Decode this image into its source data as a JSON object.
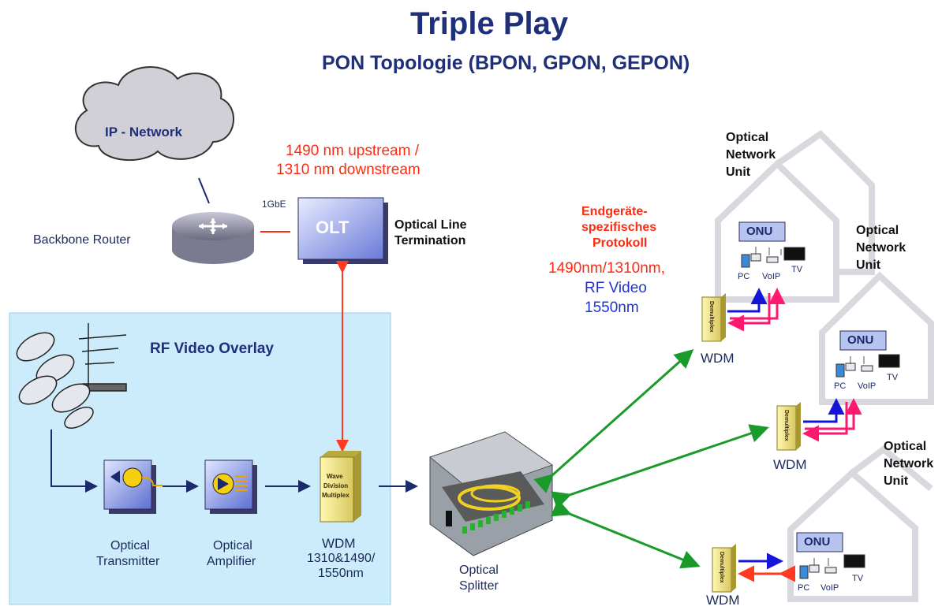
{
  "header": {
    "title": "Triple Play",
    "subtitle": "PON Topologie (BPON, GPON, GEPON)"
  },
  "network": {
    "cloud_label": "IP - Network",
    "router_label": "Backbone Router",
    "link_label": "1GbE",
    "olt_box": "OLT",
    "olt_desc_1": "Optical Line",
    "olt_desc_2": "Termination",
    "wavelength_1": "1490 nm upstream /",
    "wavelength_2": "1310 nm downstream"
  },
  "overlay": {
    "title": "RF Video Overlay",
    "transmitter_1": "Optical",
    "transmitter_2": "Transmitter",
    "amplifier_1": "Optical",
    "amplifier_2": "Amplifier",
    "wdm_box_1": "Wave",
    "wdm_box_2": "Division",
    "wdm_box_3": "Multiplex",
    "wdm_1": "WDM",
    "wdm_2": "1310&1490/",
    "wdm_3": "1550nm"
  },
  "splitter": {
    "label_1": "Optical",
    "label_2": "Splitter"
  },
  "protocol": {
    "line_1": "Endgeräte-",
    "line_2": "spezifisches",
    "line_3": "Protokoll",
    "line_4": "1490nm/1310nm,",
    "line_5": "RF Video",
    "line_6": "1550nm"
  },
  "onu": {
    "unit_1": "Optical",
    "unit_2": "Network",
    "unit_3": "Unit",
    "box": "ONU",
    "pc": "PC",
    "voip": "VoIP",
    "tv": "TV",
    "wdm": "WDM",
    "demux": "Demultiplex"
  },
  "colors": {
    "title": "#1f2f7a",
    "red": "#ff2a10",
    "blue_text": "#2233cc",
    "overlay_bg": "#ccecfb",
    "green_link": "#1a9a2a",
    "pink": "#ff1870",
    "blue_arrow": "#1515d8"
  }
}
